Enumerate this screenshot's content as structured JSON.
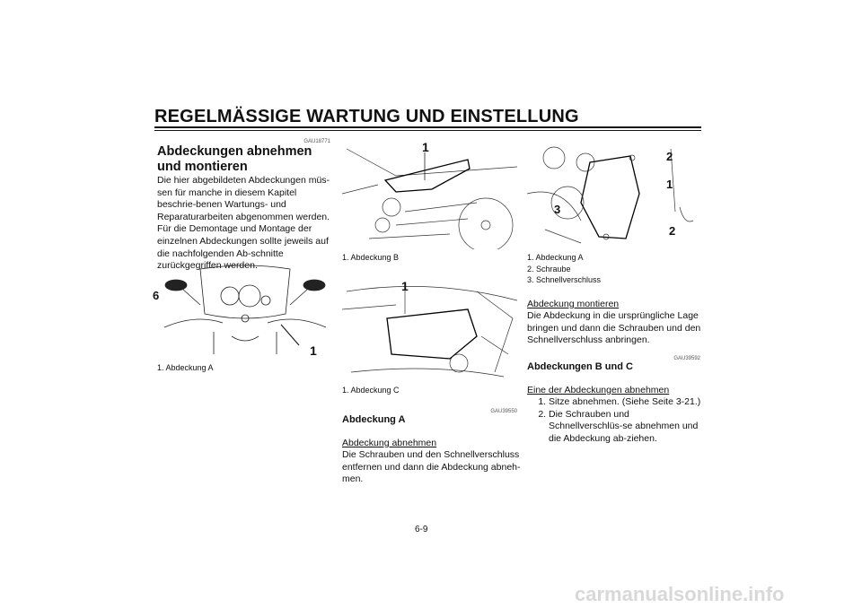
{
  "header": {
    "title": "REGELMÄSSIGE WARTUNG UND EINSTELLUNG",
    "chapter_tab": "6"
  },
  "col1": {
    "code": "GAU18771",
    "heading": "Abdeckungen abnehmen und montieren",
    "body": "Die hier abgebildeten Abdeckungen müs-sen für manche in diesem Kapitel beschrie-benen Wartungs- und Reparaturarbeiten abgenommen werden. Für die Demontage und Montage der einzelnen Abdeckungen sollte jeweils auf die nachfolgenden Ab-schnitte zurückgegriffen werden.",
    "fig_label": "1",
    "caption": "1.  Abdeckung A"
  },
  "col2": {
    "fig1_label": "1",
    "fig1_caption": "1.  Abdeckung B",
    "fig2_label": "1",
    "fig2_caption": "1.  Abdeckung C",
    "code": "GAU39550",
    "heading": "Abdeckung A",
    "subheading": "Abdeckung abnehmen",
    "body": "Die Schrauben und den Schnellverschluss entfernen und dann die Abdeckung abneh-men."
  },
  "col3": {
    "fig_labels": [
      "2",
      "1",
      "3",
      "2"
    ],
    "captions": [
      "1.  Abdeckung A",
      "2.  Schraube",
      "3.  Schnellverschluss"
    ],
    "subheading": "Abdeckung montieren",
    "body": "Die Abdeckung in die ursprüngliche Lage bringen und dann die Schrauben und den Schnellverschluss anbringen.",
    "code": "GAU39592",
    "heading": "Abdeckungen B und C",
    "subheading2": "Eine der Abdeckungen abnehmen",
    "steps": [
      "Sitze abnehmen. (Siehe Seite 3-21.)",
      "Die Schrauben und Schnellverschlüs-se abnehmen und die Abdeckung ab-ziehen."
    ]
  },
  "footer": {
    "page_number": "6-9",
    "watermark": "carmanualsonline.info"
  }
}
